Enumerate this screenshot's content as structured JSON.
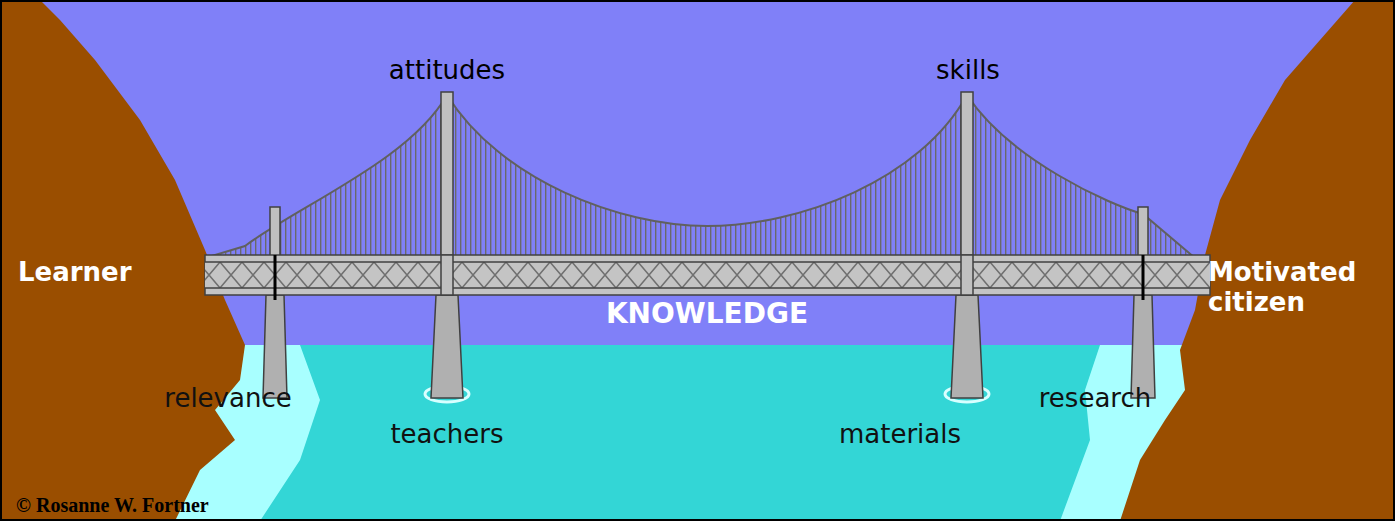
{
  "diagram": {
    "labels": [
      "attitudes",
      "skills",
      "Learner",
      "Motivated citizen",
      "KNOWLEDGE",
      "relevance",
      "teachers",
      "materials",
      "research",
      "© Rosanne W. Fortner"
    ]
  }
}
